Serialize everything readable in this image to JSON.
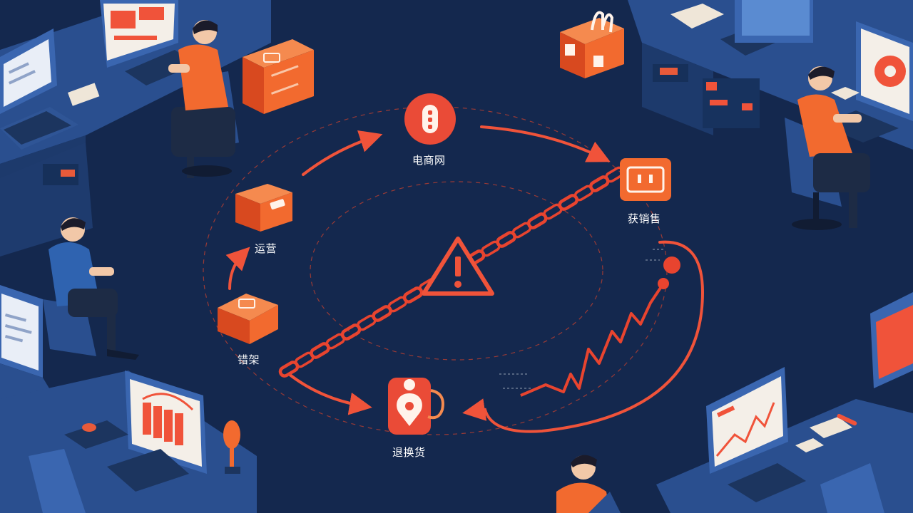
{
  "labels": {
    "ecommerce": "电商网",
    "sales": "获销售",
    "operations": "运营",
    "listing": "错架",
    "returns": "退换货"
  },
  "colors": {
    "background": "#14284e",
    "accent": "#f0533a",
    "orange": "#f26a2f",
    "desk": "#2a4f8f"
  },
  "icons": [
    "warning-icon",
    "chain-icon",
    "shopping-bag-icon",
    "power-outlet-icon",
    "location-pin-icon",
    "rising-line-chart-icon"
  ]
}
